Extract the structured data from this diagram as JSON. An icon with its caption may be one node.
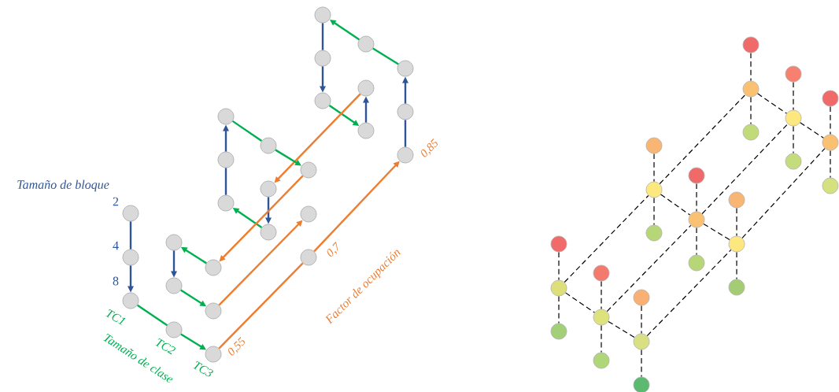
{
  "diagram": {
    "nodes": [
      {
        "text": [],
        "shape": "circle"
      },
      {
        "text": [],
        "shape": "circle"
      },
      {
        "text": [],
        "shape": "circle"
      },
      {
        "text": [],
        "shape": "circle"
      },
      {
        "text": [],
        "shape": "circle"
      },
      {
        "text": [],
        "shape": "circle"
      },
      {
        "text": [],
        "shape": "circle"
      },
      {
        "text": [],
        "shape": "circle"
      },
      {
        "text": [],
        "shape": "circle"
      },
      {
        "text": [],
        "shape": "circle"
      },
      {
        "text": [],
        "shape": "circle"
      },
      {
        "text": [],
        "shape": "circle"
      },
      {
        "text": [],
        "shape": "circle"
      },
      {
        "text": [],
        "shape": "circle"
      },
      {
        "text": [],
        "shape": "circle"
      },
      {
        "text": [],
        "shape": "circle"
      },
      {
        "text": [],
        "shape": "circle"
      },
      {
        "text": [],
        "shape": "circle"
      },
      {
        "text": [],
        "shape": "circle"
      },
      {
        "text": [],
        "shape": "circle"
      },
      {
        "text": [],
        "shape": "circle"
      },
      {
        "text": [],
        "shape": "circle"
      },
      {
        "text": [],
        "shape": "circle"
      },
      {
        "text": [],
        "shape": "circle"
      },
      {
        "text": [],
        "shape": "circle"
      },
      {
        "text": [],
        "shape": "circle"
      },
      {
        "text": [],
        "shape": "circle"
      },
      {
        "text": [],
        "shape": "circle"
      },
      {
        "text": [],
        "shape": "circle"
      },
      {
        "text": [],
        "shape": "circle"
      },
      {
        "text": [],
        "shape": "circle"
      },
      {
        "text": [],
        "shape": "circle"
      },
      {
        "text": [],
        "shape": "circle"
      },
      {
        "text": [],
        "shape": "circle"
      },
      {
        "text": [],
        "shape": "circle"
      },
      {
        "text": [],
        "shape": "circle"
      },
      {
        "text": [],
        "shape": "circle"
      },
      {
        "text": [],
        "shape": "circle"
      },
      {
        "text": [],
        "shape": "circle"
      },
      {
        "text": [],
        "shape": "circle"
      },
      {
        "text": [],
        "shape": "circle"
      },
      {
        "text": [],
        "shape": "circle"
      },
      {
        "text": [],
        "shape": "circle"
      },
      {
        "text": [],
        "shape": "circle"
      },
      {
        "text": [],
        "shape": "circle"
      },
      {
        "text": [],
        "shape": "circle"
      },
      {
        "text": [],
        "shape": "circle"
      },
      {
        "text": [],
        "shape": "circle"
      },
      {
        "text": [],
        "shape": "circle"
      },
      {
        "text": [],
        "shape": "circle"
      },
      {
        "text": [],
        "shape": "circle"
      },
      {
        "text": [],
        "shape": "circle"
      },
      {
        "text": [],
        "shape": "circle"
      },
      {
        "text": [],
        "shape": "circle"
      }
    ],
    "edges": [
      {
        "from": 0,
        "to": 1,
        "arrow": "none",
        "color": "#2f5597"
      },
      {
        "from": 1,
        "to": 2,
        "arrow": "to",
        "color": "#2f5597"
      },
      {
        "from": 2,
        "to": 5,
        "arrow": "none",
        "color": "#00b050"
      },
      {
        "from": 5,
        "to": 8,
        "arrow": "to",
        "color": "#00b050"
      },
      {
        "from": 8,
        "to": 17,
        "arrow": "none",
        "color": "#ed7d31"
      },
      {
        "from": 17,
        "to": 26,
        "arrow": "to",
        "color": "#ed7d31"
      },
      {
        "from": 26,
        "to": 25,
        "arrow": "none",
        "color": "#2f5597"
      },
      {
        "from": 25,
        "to": 24,
        "arrow": "to",
        "color": "#2f5597"
      },
      {
        "from": 24,
        "to": 21,
        "arrow": "none",
        "color": "#00b050"
      },
      {
        "from": 21,
        "to": 18,
        "arrow": "to",
        "color": "#00b050"
      },
      {
        "from": 18,
        "to": 19,
        "arrow": "none",
        "color": "#2f5597"
      },
      {
        "from": 19,
        "to": 20,
        "arrow": "to",
        "color": "#2f5597"
      },
      {
        "from": 20,
        "to": 23,
        "arrow": "to",
        "color": "#00b050"
      },
      {
        "from": 23,
        "to": 22,
        "arrow": "to",
        "color": "#2f5597"
      },
      {
        "from": 22,
        "to": 13,
        "arrow": "to",
        "color": "#ed7d31"
      },
      {
        "from": 13,
        "to": 14,
        "arrow": "to",
        "color": "#2f5597"
      },
      {
        "from": 14,
        "to": 11,
        "arrow": "to",
        "color": "#00b050"
      },
      {
        "from": 11,
        "to": 10,
        "arrow": "none",
        "color": "#2f5597"
      },
      {
        "from": 10,
        "to": 9,
        "arrow": "to",
        "color": "#2f5597"
      },
      {
        "from": 9,
        "to": 12,
        "arrow": "none",
        "color": "#00b050"
      },
      {
        "from": 12,
        "to": 15,
        "arrow": "to",
        "color": "#00b050"
      },
      {
        "from": 15,
        "to": 6,
        "arrow": "to",
        "color": "#ed7d31"
      },
      {
        "from": 6,
        "to": 3,
        "arrow": "to",
        "color": "#00b050"
      },
      {
        "from": 3,
        "to": 4,
        "arrow": "to",
        "color": "#2f5597"
      },
      {
        "from": 4,
        "to": 7,
        "arrow": "to",
        "color": "#00b050"
      },
      {
        "from": 7,
        "to": 16,
        "arrow": "to",
        "color": "#ed7d31"
      },
      {
        "from": 27,
        "to": 28,
        "arrow": "none",
        "style": "dashed"
      },
      {
        "from": 28,
        "to": 29,
        "arrow": "none",
        "style": "dashed"
      },
      {
        "from": 30,
        "to": 31,
        "arrow": "none",
        "style": "dashed"
      },
      {
        "from": 31,
        "to": 32,
        "arrow": "none",
        "style": "dashed"
      },
      {
        "from": 33,
        "to": 34,
        "arrow": "none",
        "style": "dashed"
      },
      {
        "from": 34,
        "to": 35,
        "arrow": "none",
        "style": "dashed"
      },
      {
        "from": 36,
        "to": 37,
        "arrow": "none",
        "style": "dashed"
      },
      {
        "from": 37,
        "to": 38,
        "arrow": "none",
        "style": "dashed"
      },
      {
        "from": 39,
        "to": 40,
        "arrow": "none",
        "style": "dashed"
      },
      {
        "from": 40,
        "to": 41,
        "arrow": "none",
        "style": "dashed"
      },
      {
        "from": 42,
        "to": 43,
        "arrow": "none",
        "style": "dashed"
      },
      {
        "from": 43,
        "to": 44,
        "arrow": "none",
        "style": "dashed"
      },
      {
        "from": 45,
        "to": 46,
        "arrow": "none",
        "style": "dashed"
      },
      {
        "from": 46,
        "to": 47,
        "arrow": "none",
        "style": "dashed"
      },
      {
        "from": 48,
        "to": 49,
        "arrow": "none",
        "style": "dashed"
      },
      {
        "from": 49,
        "to": 50,
        "arrow": "none",
        "style": "dashed"
      },
      {
        "from": 51,
        "to": 52,
        "arrow": "none",
        "style": "dashed"
      },
      {
        "from": 52,
        "to": 53,
        "arrow": "none",
        "style": "dashed"
      },
      {
        "from": 28,
        "to": 31,
        "arrow": "none",
        "style": "dashed"
      },
      {
        "from": 31,
        "to": 34,
        "arrow": "none",
        "style": "dashed"
      },
      {
        "from": 37,
        "to": 40,
        "arrow": "none",
        "style": "dashed"
      },
      {
        "from": 40,
        "to": 43,
        "arrow": "none",
        "style": "dashed"
      },
      {
        "from": 46,
        "to": 49,
        "arrow": "none",
        "style": "dashed"
      },
      {
        "from": 49,
        "to": 52,
        "arrow": "none",
        "style": "dashed"
      },
      {
        "from": 28,
        "to": 37,
        "arrow": "none",
        "style": "dashed"
      },
      {
        "from": 37,
        "to": 46,
        "arrow": "none",
        "style": "dashed"
      },
      {
        "from": 31,
        "to": 40,
        "arrow": "none",
        "style": "dashed"
      },
      {
        "from": 40,
        "to": 49,
        "arrow": "none",
        "style": "dashed"
      },
      {
        "from": 34,
        "to": 43,
        "arrow": "none",
        "style": "dashed"
      },
      {
        "from": 43,
        "to": 52,
        "arrow": "none",
        "style": "dashed"
      }
    ],
    "labels": [
      "Tamaño de bloque",
      "2",
      "4",
      "8",
      "TC1",
      "TC2",
      "TC3",
      "Tamaño de clase",
      "0,55",
      "0,7",
      "0,85",
      "Factor de ocupación"
    ]
  }
}
